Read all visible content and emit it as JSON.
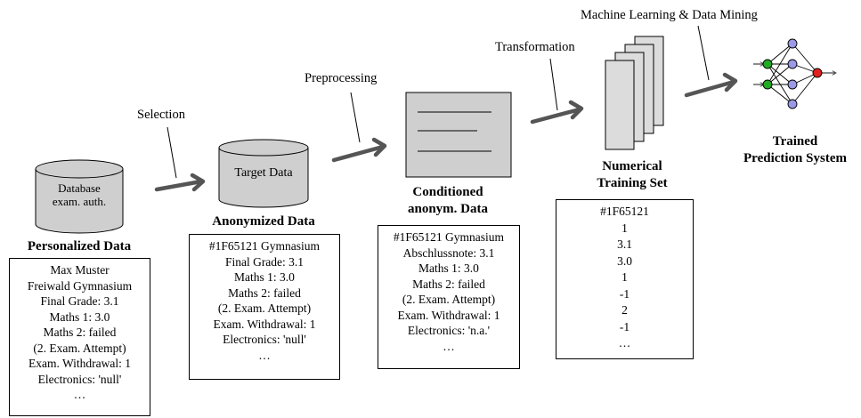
{
  "stages": {
    "selection": "Selection",
    "preprocessing": "Preprocessing",
    "transformation": "Transformation",
    "mining": "Machine Learning & Data Mining"
  },
  "database": {
    "line1": "Database",
    "line2": "exam. auth."
  },
  "target": {
    "label": "Target Data"
  },
  "titles": {
    "personalized": "Personalized Data",
    "anonymized": "Anonymized Data",
    "conditioned_1": "Conditioned",
    "conditioned_2": "anonym. Data",
    "numerical_1": "Numerical",
    "numerical_2": "Training Set",
    "trained_1": "Trained",
    "trained_2": "Prediction System"
  },
  "personalized_rows": [
    "Max Muster",
    "Freiwald Gymnasium",
    "Final Grade:  3.1",
    "Maths 1:  3.0",
    "Maths 2:  failed",
    "(2.  Exam.  Attempt)",
    "Exam.  Withdrawal:  1",
    "Electronics:  'null'",
    "…"
  ],
  "anonymized_rows": [
    "#1F65121 Gymnasium",
    "Final Grade:  3.1",
    "Maths 1:  3.0",
    "Maths 2:  failed",
    "(2.  Exam.  Attempt)",
    "Exam.  Withdrawal:  1",
    "Electronics:  'null'",
    "…"
  ],
  "conditioned_rows": [
    "#1F65121 Gymnasium",
    "Abschlussnote:  3.1",
    "Maths 1:  3.0",
    "Maths 2:  failed",
    "(2.  Exam.  Attempt)",
    "Exam.  Withdrawal:  1",
    "Electronics:  'n.a.'",
    "…"
  ],
  "numerical_rows": [
    "#1F65121",
    "1",
    "3.1",
    "3.0",
    "1",
    "-1",
    "2",
    "-1",
    "…"
  ]
}
